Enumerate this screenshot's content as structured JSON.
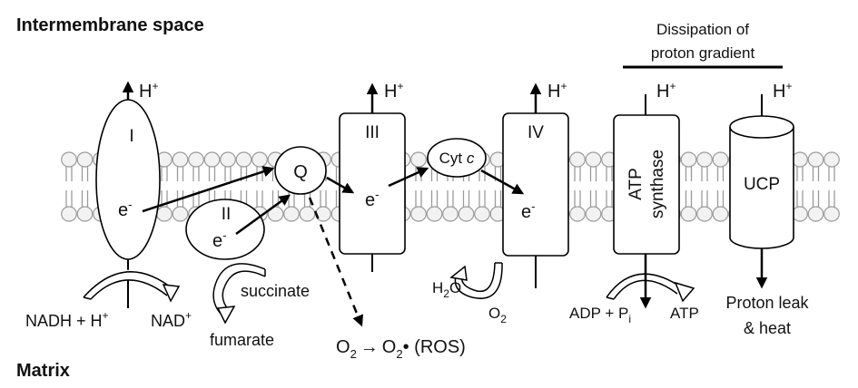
{
  "regions": {
    "top": "Intermembrane space",
    "bottom": "Matrix"
  },
  "header": {
    "line1": "Dissipation of",
    "line2": "proton gradient"
  },
  "proton": {
    "base": "H",
    "sup": "+"
  },
  "complexes": {
    "c1": "I",
    "c2": "II",
    "q": "Q",
    "c3": "III",
    "cytc_base": "Cyt ",
    "cytc_italic": "c",
    "c4": "IV",
    "atp_line1": "ATP",
    "atp_line2": "synthase",
    "ucp": "UCP"
  },
  "electron": {
    "base": "e",
    "sup": "-"
  },
  "substrates": {
    "nadh_base": "NADH + H",
    "nadh_sup": "+",
    "nad_base": "NAD",
    "nad_sup": "+",
    "succinate": "succinate",
    "fumarate": "fumarate",
    "h2o_h": "H",
    "h2o_sub": "2",
    "h2o_o": "O",
    "o2_base": "O",
    "o2_sub": "2",
    "adp_base": "ADP + P",
    "adp_sub": "i",
    "atp": "ATP",
    "leak_line1": "Proton leak",
    "leak_line2": "& heat"
  },
  "ros": {
    "o_left": "O",
    "sub_left": "2",
    "arrow": "→",
    "o_right": "O",
    "sub_right": "2",
    "radical": "•",
    "label": " (ROS)"
  }
}
